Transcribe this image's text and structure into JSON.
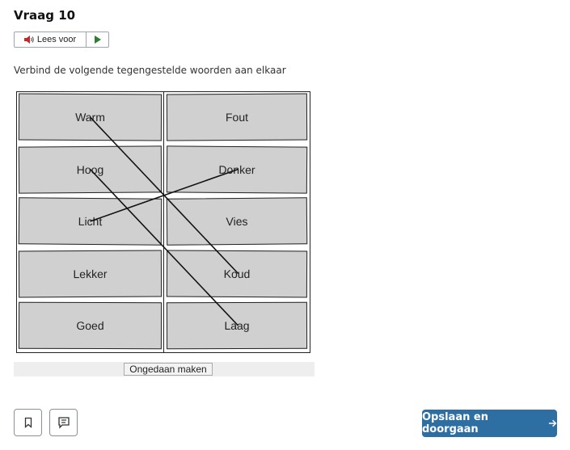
{
  "question": {
    "title": "Vraag 10"
  },
  "tts": {
    "label": "Lees voor",
    "speaker_icon": "speaker-icon",
    "play_icon": "play-icon"
  },
  "instruction": "Verbind de volgende tegengestelde woorden aan elkaar",
  "matching": {
    "left": [
      "Warm",
      "Hoog",
      "Licht",
      "Lekker",
      "Goed"
    ],
    "right": [
      "Fout",
      "Donker",
      "Vies",
      "Koud",
      "Laag"
    ],
    "connections": [
      {
        "from": "Warm",
        "to": "Koud"
      },
      {
        "from": "Hoog",
        "to": "Laag"
      },
      {
        "from": "Licht",
        "to": "Donker"
      }
    ]
  },
  "undo_label": "Ongedaan maken",
  "footer": {
    "bookmark_icon": "bookmark-icon",
    "comment_icon": "comment-icon",
    "submit_label": "Opslaan en doorgaan",
    "submit_icon": "arrow-right-icon"
  },
  "colors": {
    "primary": "#2d6fa3",
    "cell": "#d0d0d0",
    "play": "#2e7d32"
  }
}
